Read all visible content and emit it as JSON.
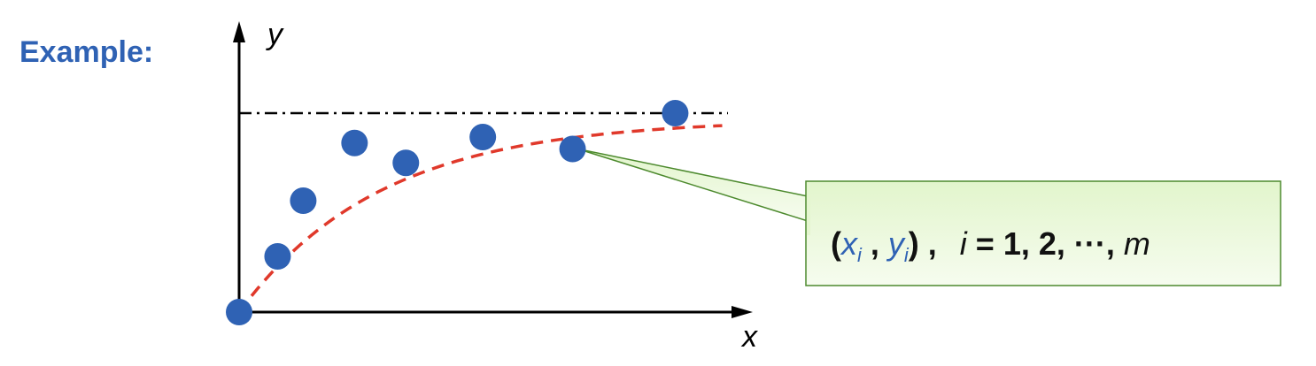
{
  "heading": "Example:",
  "axes": {
    "x_label": "x",
    "y_label": "y"
  },
  "callout": {
    "open": "(",
    "x": "x",
    "i1": "i",
    "comma_mid": " , ",
    "y": "y",
    "i2": "i",
    "close": ") ,",
    "i_var": "i",
    "eq": " = 1, 2, ···, ",
    "m": "m"
  },
  "colors": {
    "points": "#2f62b4",
    "fit_curve": "#e0392b",
    "asymptote": "#000000",
    "callout_fill": "#ecf8dc",
    "callout_stroke": "#4d8a2e",
    "heading": "#2f62b4"
  },
  "chart_data": {
    "type": "scatter",
    "x": [
      0,
      0.45,
      0.75,
      1.35,
      1.95,
      2.85,
      3.9,
      5.1
    ],
    "y": [
      0,
      0.28,
      0.56,
      0.85,
      0.75,
      0.88,
      0.82,
      1.0
    ],
    "xlim": [
      0,
      5.8
    ],
    "ylim": [
      0,
      1.4
    ],
    "asymptote_y": 1.0,
    "fit_curve": "exponential saturation",
    "annotated_point_index": 6
  }
}
